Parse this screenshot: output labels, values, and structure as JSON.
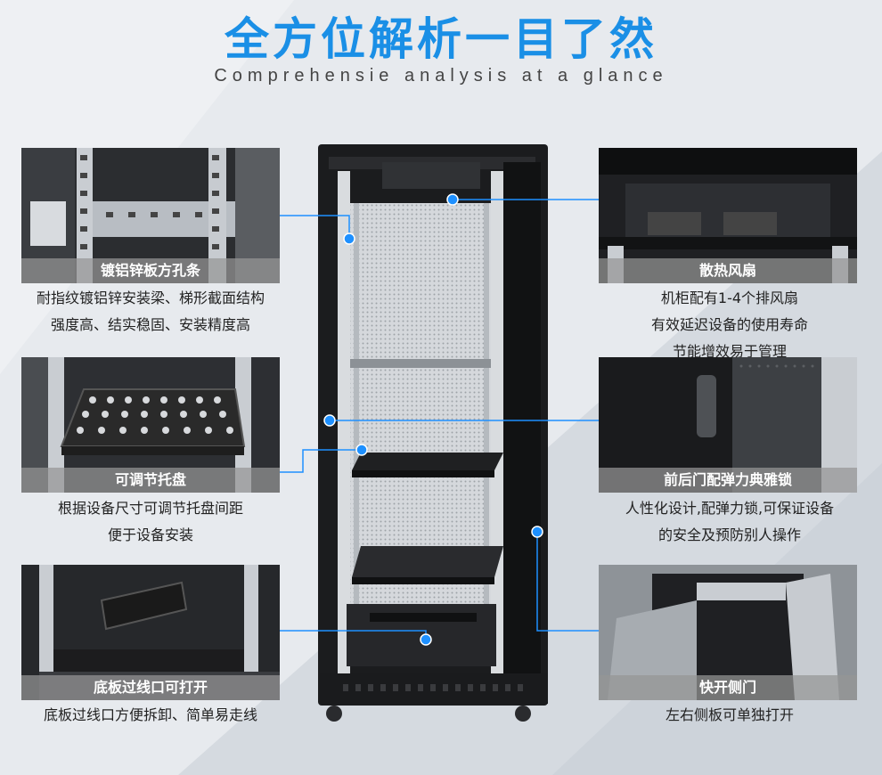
{
  "header": {
    "title": "全方位解析一目了然",
    "subtitle": "Comprehensie analysis at a glance"
  },
  "colors": {
    "accent": "#1a8fe6",
    "connector": "#1e90ff",
    "caption_bg": "#969696"
  },
  "features_left": [
    {
      "caption": "镀铝锌板方孔条",
      "lines": [
        "耐指纹镀铝锌安装梁、梯形截面结构",
        "强度高、结实稳固、安装精度高"
      ]
    },
    {
      "caption": "可调节托盘",
      "lines": [
        "根据设备尺寸可调节托盘间距",
        "便于设备安装"
      ]
    },
    {
      "caption": "底板过线口可打开",
      "lines": [
        "底板过线口方便拆卸、简单易走线"
      ]
    }
  ],
  "features_right": [
    {
      "caption": "散热风扇",
      "lines": [
        "机柜配有1-4个排风扇",
        "有效延迟设备的使用寿命",
        "节能增效易于管理"
      ]
    },
    {
      "caption": "前后门配弹力典雅锁",
      "lines": [
        "人性化设计,配弹力锁,可保证设备",
        "的安全及预防别人操作"
      ]
    },
    {
      "caption": "快开侧门",
      "lines": [
        "左右侧板可单独打开"
      ]
    }
  ]
}
